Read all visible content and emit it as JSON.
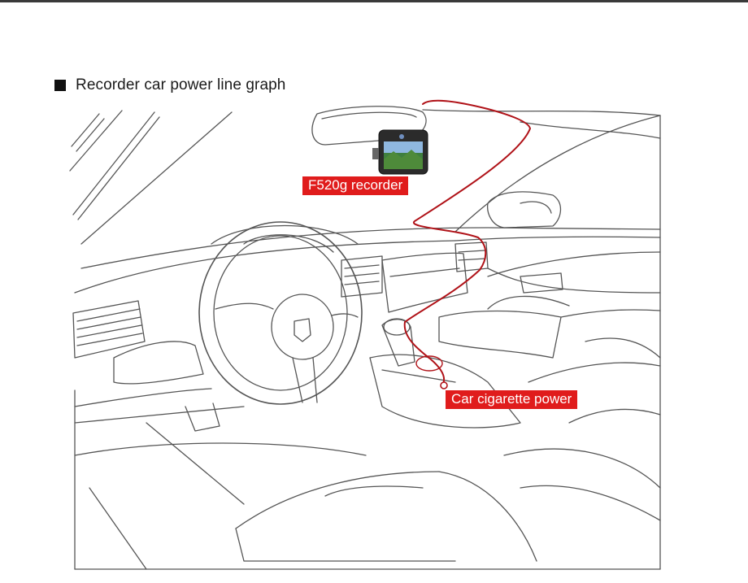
{
  "heading": {
    "bullet_icon": "black-square-icon",
    "title": "Recorder car power line graph"
  },
  "callouts": {
    "recorder_label": "F520g recorder",
    "power_label": "Car cigarette power"
  },
  "colors": {
    "callout_background": "#e01c1c",
    "power_cable": "#b01218",
    "line_art": "#555555"
  }
}
